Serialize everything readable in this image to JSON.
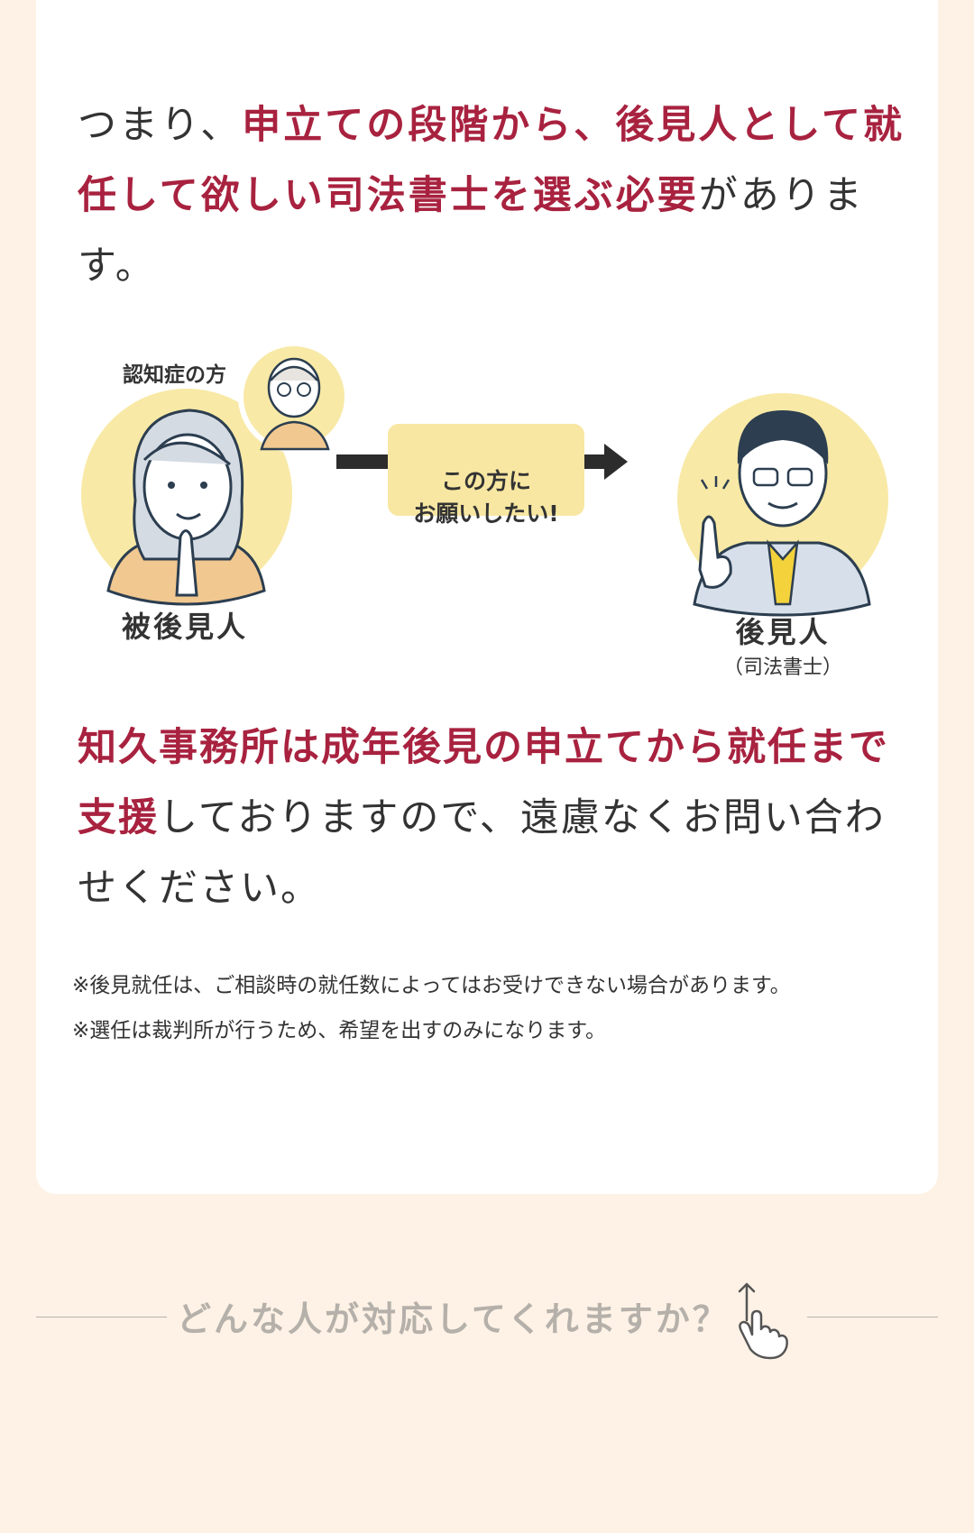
{
  "lead": {
    "p1": "つまり、",
    "h1": "申立ての段階から、後見人として就任して欲しい司法書士を選ぶ必要",
    "p2": "があります。"
  },
  "diagram": {
    "small_label": "認知症の方",
    "left_label": "被後見人",
    "bubble_line1": "この方に",
    "bubble_line2": "お願いしたい!",
    "right_label": "後見人",
    "right_sublabel": "（司法書士）"
  },
  "closing": {
    "h1": "知久事務所は成年後見の申立てから就任まで支援",
    "p1": "しておりますので、遠慮なくお問い合わせください。"
  },
  "notes": [
    "※後見就任は、ご相談時の就任数によってはお受けできない場合があります。",
    "※選任は裁判所が行うため、希望を出すのみになります。"
  ],
  "bottom_nav": {
    "label": "どんな人が対応してくれますか？"
  },
  "colors": {
    "accent": "#a8223f",
    "background": "#fdf2e5",
    "circle": "#f8e9a6",
    "bubble": "#f8e7a2"
  }
}
